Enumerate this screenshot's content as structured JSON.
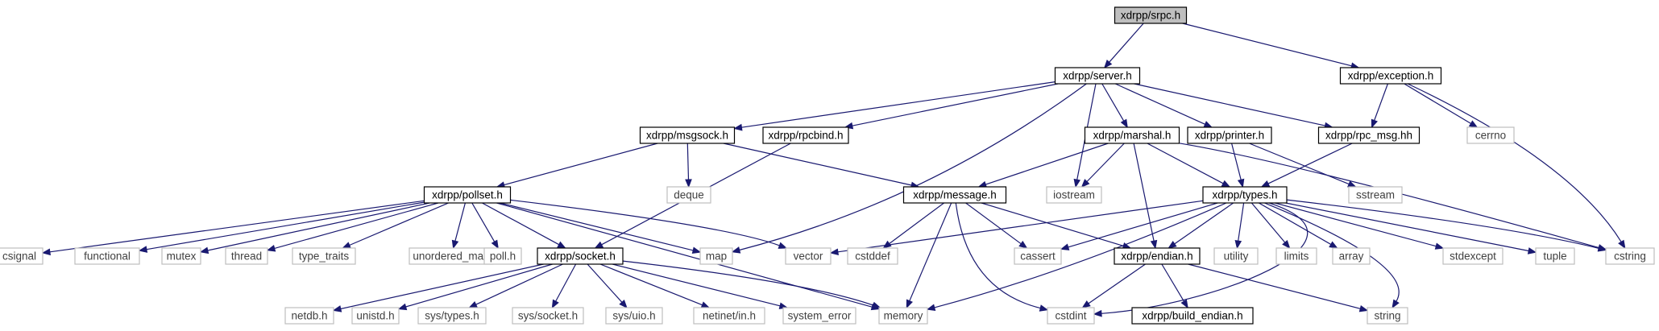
{
  "diagram": {
    "type": "include-dependency-graph",
    "colors": {
      "edge": "#191970",
      "root_fill": "#bfbfbf",
      "project_border": "#000000",
      "system_border": "#bfbfbf",
      "project_text": "#000000",
      "system_text": "#404040"
    },
    "nodes": [
      {
        "id": "srpc",
        "label": "xdrpp/srpc.h",
        "kind": "root"
      },
      {
        "id": "server",
        "label": "xdrpp/server.h",
        "kind": "project"
      },
      {
        "id": "exception",
        "label": "xdrpp/exception.h",
        "kind": "project"
      },
      {
        "id": "msgsock",
        "label": "xdrpp/msgsock.h",
        "kind": "project"
      },
      {
        "id": "rpcbind",
        "label": "xdrpp/rpcbind.h",
        "kind": "project"
      },
      {
        "id": "marshal",
        "label": "xdrpp/marshal.h",
        "kind": "project"
      },
      {
        "id": "printer",
        "label": "xdrpp/printer.h",
        "kind": "project"
      },
      {
        "id": "rpc_msg",
        "label": "xdrpp/rpc_msg.hh",
        "kind": "project"
      },
      {
        "id": "cerrno",
        "label": "cerrno",
        "kind": "system"
      },
      {
        "id": "deque",
        "label": "deque",
        "kind": "system"
      },
      {
        "id": "pollset",
        "label": "xdrpp/pollset.h",
        "kind": "project"
      },
      {
        "id": "message",
        "label": "xdrpp/message.h",
        "kind": "project"
      },
      {
        "id": "iostream",
        "label": "iostream",
        "kind": "system"
      },
      {
        "id": "types",
        "label": "xdrpp/types.h",
        "kind": "project"
      },
      {
        "id": "sstream",
        "label": "sstream",
        "kind": "system"
      },
      {
        "id": "csignal",
        "label": "csignal",
        "kind": "system"
      },
      {
        "id": "functional",
        "label": "functional",
        "kind": "system"
      },
      {
        "id": "mutex",
        "label": "mutex",
        "kind": "system"
      },
      {
        "id": "thread",
        "label": "thread",
        "kind": "system"
      },
      {
        "id": "type_traits",
        "label": "type_traits",
        "kind": "system"
      },
      {
        "id": "unordered_map",
        "label": "unordered_map",
        "kind": "system"
      },
      {
        "id": "poll",
        "label": "poll.h",
        "kind": "system"
      },
      {
        "id": "socket",
        "label": "xdrpp/socket.h",
        "kind": "project"
      },
      {
        "id": "map",
        "label": "map",
        "kind": "system"
      },
      {
        "id": "vector",
        "label": "vector",
        "kind": "system"
      },
      {
        "id": "cstddef",
        "label": "cstddef",
        "kind": "system"
      },
      {
        "id": "cassert",
        "label": "cassert",
        "kind": "system"
      },
      {
        "id": "endian",
        "label": "xdrpp/endian.h",
        "kind": "project"
      },
      {
        "id": "utility",
        "label": "utility",
        "kind": "system"
      },
      {
        "id": "limits",
        "label": "limits",
        "kind": "system"
      },
      {
        "id": "array",
        "label": "array",
        "kind": "system"
      },
      {
        "id": "stdexcept",
        "label": "stdexcept",
        "kind": "system"
      },
      {
        "id": "tuple",
        "label": "tuple",
        "kind": "system"
      },
      {
        "id": "cstring",
        "label": "cstring",
        "kind": "system"
      },
      {
        "id": "netdb",
        "label": "netdb.h",
        "kind": "system"
      },
      {
        "id": "unistd",
        "label": "unistd.h",
        "kind": "system"
      },
      {
        "id": "sys_types",
        "label": "sys/types.h",
        "kind": "system"
      },
      {
        "id": "sys_socket",
        "label": "sys/socket.h",
        "kind": "system"
      },
      {
        "id": "sys_uio",
        "label": "sys/uio.h",
        "kind": "system"
      },
      {
        "id": "netinet_in",
        "label": "netinet/in.h",
        "kind": "system"
      },
      {
        "id": "system_error",
        "label": "system_error",
        "kind": "system"
      },
      {
        "id": "memory",
        "label": "memory",
        "kind": "system"
      },
      {
        "id": "cstdint",
        "label": "cstdint",
        "kind": "system"
      },
      {
        "id": "build_endian",
        "label": "xdrpp/build_endian.h",
        "kind": "project"
      },
      {
        "id": "string",
        "label": "string",
        "kind": "system"
      }
    ],
    "edges": [
      [
        "srpc",
        "server"
      ],
      [
        "srpc",
        "exception"
      ],
      [
        "server",
        "msgsock"
      ],
      [
        "server",
        "rpcbind"
      ],
      [
        "server",
        "marshal"
      ],
      [
        "server",
        "printer"
      ],
      [
        "server",
        "rpc_msg"
      ],
      [
        "server",
        "iostream"
      ],
      [
        "server",
        "map"
      ],
      [
        "exception",
        "rpc_msg"
      ],
      [
        "exception",
        "cerrno"
      ],
      [
        "exception",
        "cstring"
      ],
      [
        "msgsock",
        "pollset"
      ],
      [
        "msgsock",
        "deque"
      ],
      [
        "msgsock",
        "message"
      ],
      [
        "rpcbind",
        "socket"
      ],
      [
        "marshal",
        "message"
      ],
      [
        "marshal",
        "iostream"
      ],
      [
        "marshal",
        "types"
      ],
      [
        "marshal",
        "endian"
      ],
      [
        "marshal",
        "cstring"
      ],
      [
        "printer",
        "types"
      ],
      [
        "printer",
        "sstream"
      ],
      [
        "rpc_msg",
        "types"
      ],
      [
        "pollset",
        "csignal"
      ],
      [
        "pollset",
        "functional"
      ],
      [
        "pollset",
        "mutex"
      ],
      [
        "pollset",
        "thread"
      ],
      [
        "pollset",
        "type_traits"
      ],
      [
        "pollset",
        "unordered_map"
      ],
      [
        "pollset",
        "poll"
      ],
      [
        "pollset",
        "socket"
      ],
      [
        "pollset",
        "map"
      ],
      [
        "pollset",
        "vector"
      ],
      [
        "pollset",
        "memory"
      ],
      [
        "message",
        "cstddef"
      ],
      [
        "message",
        "cassert"
      ],
      [
        "message",
        "memory"
      ],
      [
        "message",
        "cstdint"
      ],
      [
        "message",
        "endian"
      ],
      [
        "types",
        "vector"
      ],
      [
        "types",
        "cassert"
      ],
      [
        "types",
        "memory"
      ],
      [
        "types",
        "endian"
      ],
      [
        "types",
        "utility"
      ],
      [
        "types",
        "limits"
      ],
      [
        "types",
        "array"
      ],
      [
        "types",
        "stdexcept"
      ],
      [
        "types",
        "tuple"
      ],
      [
        "types",
        "cstring"
      ],
      [
        "types",
        "string"
      ],
      [
        "types",
        "cstdint"
      ],
      [
        "socket",
        "netdb"
      ],
      [
        "socket",
        "unistd"
      ],
      [
        "socket",
        "sys_types"
      ],
      [
        "socket",
        "sys_socket"
      ],
      [
        "socket",
        "sys_uio"
      ],
      [
        "socket",
        "netinet_in"
      ],
      [
        "socket",
        "system_error"
      ],
      [
        "socket",
        "memory"
      ],
      [
        "endian",
        "cstdint"
      ],
      [
        "endian",
        "build_endian"
      ],
      [
        "endian",
        "string"
      ]
    ]
  }
}
